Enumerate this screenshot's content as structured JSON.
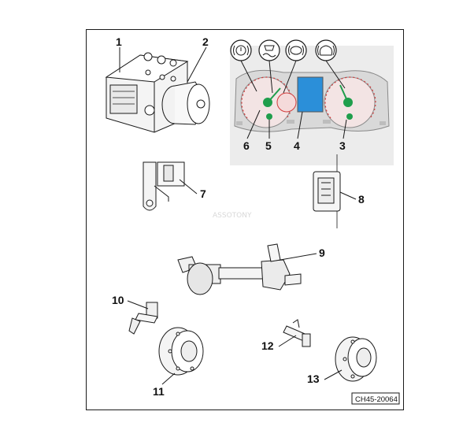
{
  "diagram": {
    "watermark": "ASSOTONY",
    "code_label": "CH45-20064",
    "callouts": [
      {
        "id": "1",
        "text": "1"
      },
      {
        "id": "2",
        "text": "2"
      },
      {
        "id": "3",
        "text": "3"
      },
      {
        "id": "4",
        "text": "4"
      },
      {
        "id": "5",
        "text": "5"
      },
      {
        "id": "6",
        "text": "6"
      },
      {
        "id": "7",
        "text": "7"
      },
      {
        "id": "8",
        "text": "8"
      },
      {
        "id": "9",
        "text": "9"
      },
      {
        "id": "10",
        "text": "10"
      },
      {
        "id": "11",
        "text": "11"
      },
      {
        "id": "12",
        "text": "12"
      },
      {
        "id": "13",
        "text": "13"
      }
    ],
    "colors": {
      "line": "#1a1a1a",
      "panel": "#ececec",
      "gauge_green": "#1f9e4c",
      "display_blue": "#2b8fd9",
      "dial_red": "#d23a3a"
    }
  }
}
